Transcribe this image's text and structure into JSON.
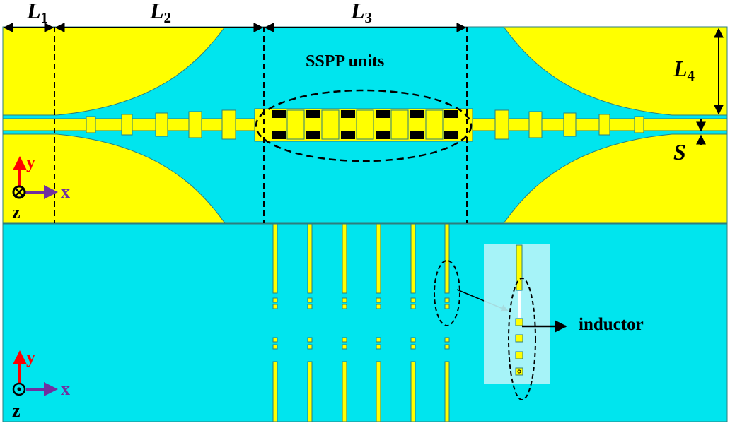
{
  "colors": {
    "substrate": "#00E5EE",
    "metal": "#FFFF00",
    "outline": "#2E7D7D",
    "axis_y": "#FF0000",
    "axis_x": "#7030A0",
    "axis_z": "#000000",
    "highlight_box": "#B8F4F8"
  },
  "dimensions": {
    "L1": {
      "main": "L",
      "sub": "1"
    },
    "L2": {
      "main": "L",
      "sub": "2"
    },
    "L3": {
      "main": "L",
      "sub": "3"
    },
    "L4": {
      "main": "L",
      "sub": "4"
    },
    "S": "S"
  },
  "labels": {
    "sspp_units": "SSPP units",
    "inductor": "inductor"
  },
  "axes": {
    "y": "y",
    "x": "x",
    "z": "z"
  }
}
